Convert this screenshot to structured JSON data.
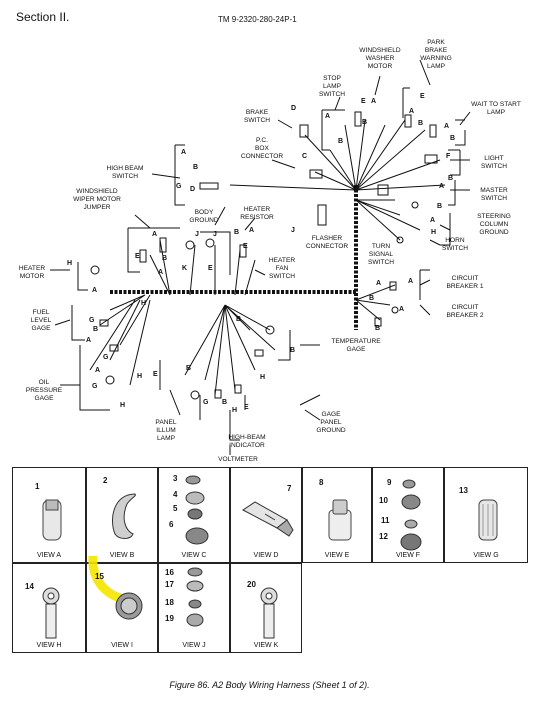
{
  "header": {
    "section": "Section II.",
    "doc_number": "TM 9-2320-280-24P-1"
  },
  "labels": {
    "windshield_washer_motor": [
      "WINDSHIELD",
      "WASHER",
      "MOTOR"
    ],
    "park_brake_warning_lamp": [
      "PARK",
      "BRAKE",
      "WARNING",
      "LAMP"
    ],
    "stop_lamp_switch": [
      "STOP",
      "LAMP",
      "SWITCH"
    ],
    "wait_to_start_lamp": [
      "WAIT TO START",
      "LAMP"
    ],
    "brake_switch": [
      "BRAKE",
      "SWITCH"
    ],
    "pc_box_connector": [
      "P.C.",
      "BOX",
      "CONNECTOR"
    ],
    "high_beam_switch": [
      "HIGH BEAM",
      "SWITCH"
    ],
    "light_switch": [
      "LIGHT",
      "SWITCH"
    ],
    "master_switch": [
      "MASTER",
      "SWITCH"
    ],
    "windshield_wiper_motor_jumper": [
      "WINDSHIELD",
      "WIPER MOTOR",
      "JUMPER"
    ],
    "body_ground": [
      "BODY",
      "GROUND"
    ],
    "heater_resistor": [
      "HEATER",
      "RESISTOR"
    ],
    "steering_column_ground": [
      "STEERING",
      "COLUMN",
      "GROUND"
    ],
    "flasher_connector": [
      "FLASHER",
      "CONNECTOR"
    ],
    "horn_switch": [
      "HORN",
      "SWITCH"
    ],
    "turn_signal_switch": [
      "TURN",
      "SIGNAL",
      "SWITCH"
    ],
    "heater_motor": [
      "HEATER",
      "MOTOR"
    ],
    "heater_fan_switch": [
      "HEATER",
      "FAN",
      "SWITCH"
    ],
    "circuit_breaker_1": [
      "CIRCUIT",
      "BREAKER 1"
    ],
    "circuit_breaker_2": [
      "CIRCUIT",
      "BREAKER 2"
    ],
    "fuel_level_gage": [
      "FUEL",
      "LEVEL",
      "GAGE"
    ],
    "temperature_gage": [
      "TEMPERATURE",
      "GAGE"
    ],
    "oil_pressure_gage": [
      "OIL",
      "PRESSURE",
      "GAGE"
    ],
    "panel_illum_lamp": [
      "PANEL",
      "ILLUM",
      "LAMP"
    ],
    "gage_panel_ground": [
      "GAGE",
      "PANEL",
      "GROUND"
    ],
    "high_beam_indicator": [
      "HIGH-BEAM",
      "INDICATOR"
    ],
    "voltmeter": [
      "VOLTMETER"
    ]
  },
  "views": [
    {
      "label": "VIEW A",
      "numbers": [
        "1"
      ]
    },
    {
      "label": "VIEW B",
      "numbers": [
        "2"
      ]
    },
    {
      "label": "VIEW C",
      "numbers": [
        "3",
        "4",
        "5",
        "6"
      ]
    },
    {
      "label": "VIEW D",
      "numbers": [
        "7"
      ]
    },
    {
      "label": "VIEW E",
      "numbers": [
        "8"
      ]
    },
    {
      "label": "VIEW F",
      "numbers": [
        "9",
        "10",
        "11",
        "12"
      ]
    },
    {
      "label": "VIEW G",
      "numbers": [
        "13"
      ]
    },
    {
      "label": "VIEW H",
      "numbers": [
        "14"
      ]
    },
    {
      "label": "VIEW I",
      "numbers": [
        "15"
      ]
    },
    {
      "label": "VIEW J",
      "numbers": [
        "16",
        "17",
        "18",
        "19"
      ]
    },
    {
      "label": "VIEW K",
      "numbers": [
        "20"
      ]
    }
  ],
  "highlight_color": "#f5e400",
  "caption": "Figure 86.  A2 Body Wiring Harness (Sheet 1 of 2)."
}
